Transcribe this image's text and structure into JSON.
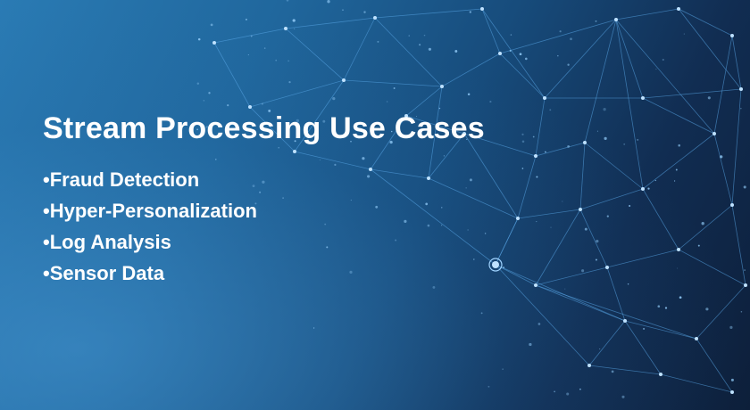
{
  "slide": {
    "title": "Stream Processing Use Cases",
    "bullet": "•",
    "items": [
      "Fraud Detection",
      "Hyper-Personalization",
      "Log Analysis",
      "Sensor Data"
    ]
  },
  "colors": {
    "background_light": "#2a7bb4",
    "background_dark": "#0d1f3a",
    "network_line": "#5aa8e8",
    "text": "#ffffff"
  },
  "decoration": {
    "icon": "network-mesh-graphic"
  }
}
